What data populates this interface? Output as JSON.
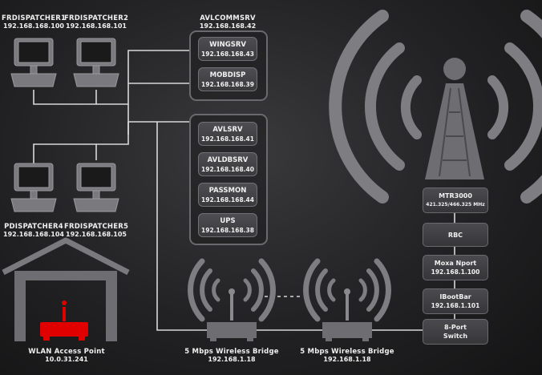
{
  "colors": {
    "accent": "#e00000",
    "line": "#d8d8d8",
    "device": "#7a7a7e",
    "panel": "#4a4a4e"
  },
  "dispatchers": [
    {
      "name": "FRDISPATCHER1",
      "ip": "192.168.168.100"
    },
    {
      "name": "FRDISPATCHER2",
      "ip": "192.168.168.101"
    },
    {
      "name": "PDISPATCHER4",
      "ip": "192.168.168.104"
    },
    {
      "name": "FRDISPATCHER5",
      "ip": "192.168.168.105"
    }
  ],
  "avlcomm": {
    "name": "AVLCOMMSRV",
    "ip": "192.168.168.42",
    "servers": [
      {
        "name": "WINGSRV",
        "ip": "192.168.168.43"
      },
      {
        "name": "MOBDISP",
        "ip": "192.168.168.39"
      }
    ]
  },
  "servers": [
    {
      "name": "AVLSRV",
      "ip": "192.168.168.41"
    },
    {
      "name": "AVLDBSRV",
      "ip": "192.168.168.40"
    },
    {
      "name": "PASSMON",
      "ip": "192.168.168.44"
    },
    {
      "name": "UPS",
      "ip": "192.168.168.38"
    }
  ],
  "tower": [
    {
      "name": "MTR3000",
      "ip": "421.325/466.325 MHz"
    },
    {
      "name": "RBC",
      "ip": ""
    },
    {
      "name": "Moxa Nport",
      "ip": "192.168.1.100"
    },
    {
      "name": "IBootBar",
      "ip": "192.168.1.101"
    },
    {
      "name": "8-Port",
      "ip": "Switch"
    }
  ],
  "bridges": [
    {
      "name": "5 Mbps Wireless Bridge",
      "ip": "192.168.1.18"
    },
    {
      "name": "5 Mbps Wireless Bridge",
      "ip": "192.168.1.18"
    }
  ],
  "wlan": {
    "name": "WLAN Access Point",
    "ip": "10.0.31.241"
  }
}
